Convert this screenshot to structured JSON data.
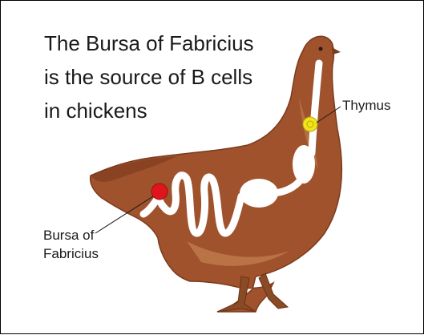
{
  "title": {
    "line1": "The Bursa of Fabricius",
    "line2": "is the source of B cells",
    "line3": "in chickens"
  },
  "labels": {
    "thymus": "Thymus",
    "bursa_line1": "Bursa of",
    "bursa_line2": "Fabricius"
  },
  "colors": {
    "body": "#a0522d",
    "body_dark": "#7a3b1c",
    "body_light": "#c98a55",
    "gut": "#ffffff",
    "bursa": "#e0141c",
    "thymus": "#f2e41a",
    "text": "#1a1a1a"
  }
}
